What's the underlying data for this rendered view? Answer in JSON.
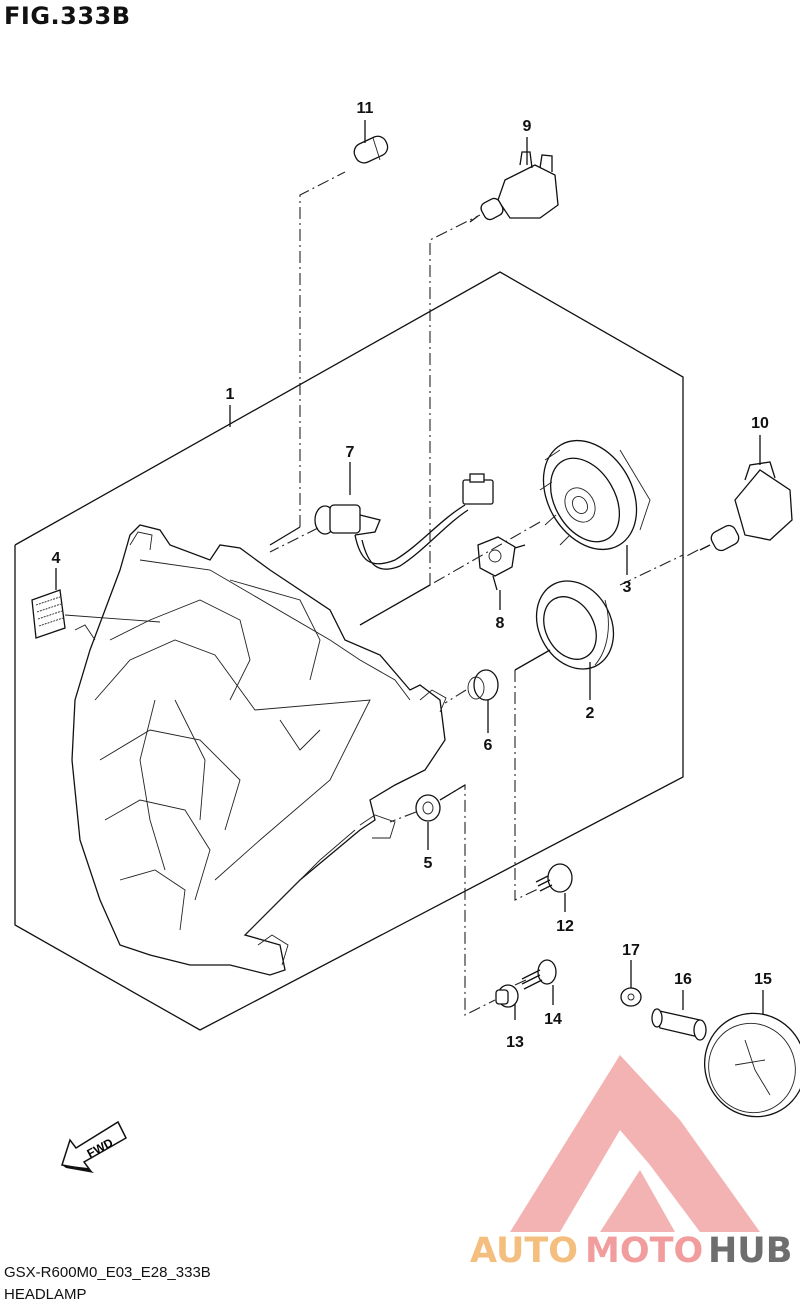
{
  "figure": {
    "title": "FIG.333B",
    "code": "GSX-R600M0_E03_E28_333B",
    "name": "HEADLAMP"
  },
  "callouts": [
    "1",
    "2",
    "3",
    "4",
    "5",
    "6",
    "7",
    "8",
    "9",
    "10",
    "11",
    "12",
    "13",
    "14",
    "15",
    "16",
    "17"
  ],
  "fwd_label": "FWD",
  "watermark": {
    "part1": "AUTO",
    "part2": "MOTO",
    "part3": "HUB",
    "color_orange": "#f3b468",
    "color_red": "#ef8d8d",
    "color_dark": "#555555"
  }
}
